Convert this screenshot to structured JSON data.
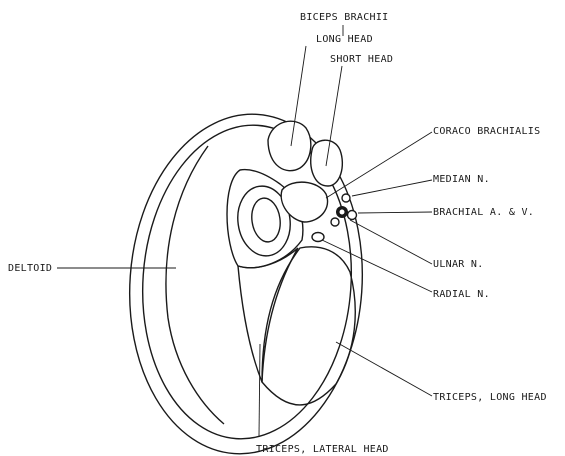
{
  "labels": {
    "biceps": "BICEPS  BRACHII",
    "long_head": "LONG HEAD",
    "short_head": "SHORT HEAD",
    "coraco": "CORACO BRACHIALIS",
    "median": "MEDIAN N.",
    "brachial": "BRACHIAL A. & V.",
    "deltoid": "DELTOID",
    "ulnar": "ULNAR N.",
    "radial": "RADIAL N.",
    "triceps_long": "TRICEPS, LONG HEAD",
    "triceps_lateral": "TRICEPS, LATERAL HEAD"
  }
}
